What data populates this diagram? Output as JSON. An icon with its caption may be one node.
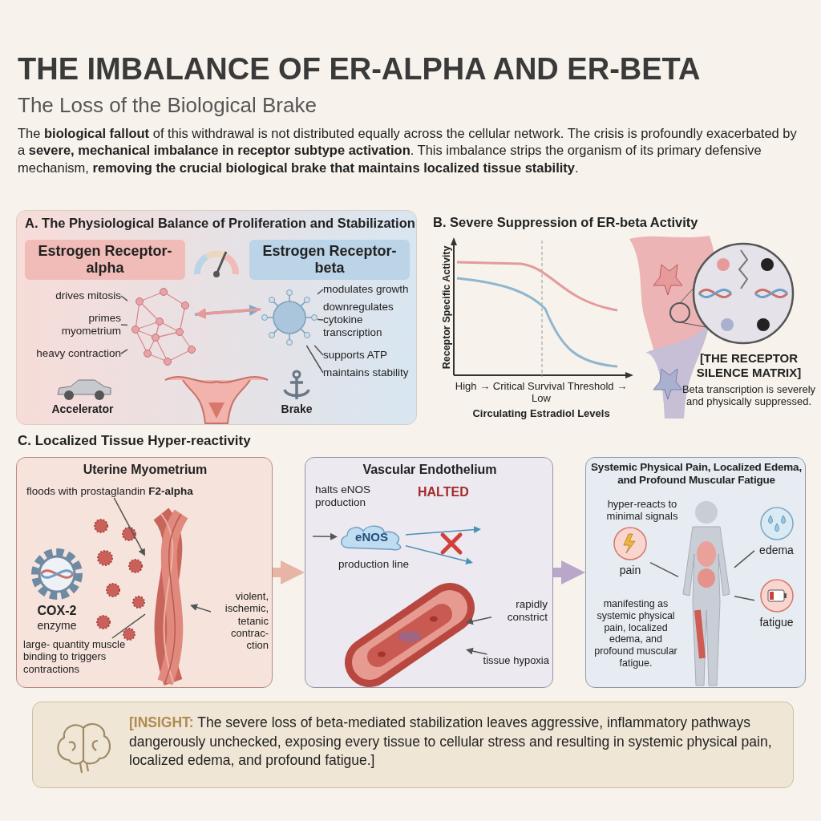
{
  "diagram": {
    "title": "THE IMBALANCE OF ER-ALPHA AND ER-BETA",
    "nodes": [
      {
        "text": [
          "A. The Physiological Balance of Proliferation and Stabilization"
        ]
      },
      {
        "text": [
          "Estrogen Receptor-alpha"
        ],
        "in": 0
      },
      {
        "text": [
          "Estrogen Receptor-beta"
        ],
        "in": 0
      },
      {
        "text": [
          "drives mitosis"
        ],
        "in": 0
      },
      {
        "text": [
          "primes myometrium"
        ],
        "in": 0
      },
      {
        "text": [
          "heavy contraction"
        ],
        "in": 0
      },
      {
        "text": [],
        "shape": "picture",
        "in": 0
      },
      {
        "text": [],
        "shape": "picture",
        "in": 0
      },
      {
        "text": [
          "modulates growth"
        ],
        "in": 0
      },
      {
        "text": [
          "downregulates cytokine transcription"
        ],
        "in": 0
      },
      {
        "text": [
          "supports ATP"
        ],
        "in": 0
      },
      {
        "text": [
          "maintains stability"
        ],
        "in": 0
      },
      {
        "text": [
          "Uterine Myometrium"
        ]
      },
      {
        "text": [
          "floods with prostaglandin **F2-alpha**"
        ],
        "in": 12
      },
      {
        "text": [],
        "shape": "picture",
        "in": 12
      },
      {
        "text": [
          "COX-2",
          "enzyme"
        ],
        "in": 12
      },
      {
        "text": [
          "large- quantity muscle binding to triggers contractions"
        ],
        "in": 12
      },
      {
        "text": [
          "violent, ischemic, tetanic contrac- ction"
        ],
        "in": 12
      },
      {
        "text": [
          "Vascular Endothelium"
        ]
      },
      {
        "text": [
          "halts eNOS production"
        ],
        "in": 18
      },
      {
        "text": [
          "eNOS"
        ],
        "in": 18
      },
      {
        "text": [
          "HALTED"
        ],
        "in": 18
      },
      {
        "text": [
          "production line"
        ],
        "in": 18
      },
      {
        "text": [],
        "shape": "picture",
        "in": 18
      },
      {
        "text": [
          "rapidly constrict"
        ],
        "in": 18
      },
      {
        "text": [
          "tissue hypoxia"
        ],
        "in": 18
      },
      {
        "text": [
          "Systemic Physical Pain, Localized Edema, and Profound Muscular Fatigue"
        ]
      },
      {
        "text": [
          "hyper-reacts to minimal signals"
        ],
        "in": 26
      },
      {
        "text": [],
        "shape": "person",
        "in": 26
      },
      {
        "text": [],
        "shape": "circle",
        "beside": [
          "pain"
        ],
        "in": 26
      },
      {
        "text": [],
        "shape": "circle",
        "beside": [
          "edema"
        ],
        "in": 26
      },
      {
        "text": [],
        "shape": "circle",
        "beside": [
          "fatigue"
        ],
        "in": 26
      },
      {
        "text": [
          "manifesting as systemic physical pain, localized edema, and profound muscular fatigue."
        ],
        "in": 26
      },
      {
        "text": [
          "**[INSIGHT:** The severe loss of beta-mediated stabilization leaves aggressive, inflammatory pathways dangerously unchecked, exposing every tissue to cellular stress and resulting in systemic physical pain, localized edema, and profound fatigue.]"
        ]
      }
    ],
    "edges": [
      {
        "from": 3,
        "to": 6,
        "arrow": "none"
      },
      {
        "from": 4,
        "to": 6,
        "arrow": "none"
      },
      {
        "from": 5,
        "to": 6,
        "arrow": "none"
      },
      {
        "from": 6,
        "to": 7,
        "arrow": "to",
        "color": "#7fa7c4",
        "style": "thick"
      },
      {
        "from": 7,
        "to": 6,
        "arrow": "to",
        "color": "#e79a9a",
        "style": "thick"
      },
      {
        "from": 8,
        "to": 7,
        "arrow": "none"
      },
      {
        "from": 9,
        "to": 7,
        "arrow": "none"
      },
      {
        "from": 10,
        "to": 7,
        "arrow": "none"
      },
      {
        "from": 11,
        "to": 7,
        "arrow": "none"
      },
      {
        "from": 13,
        "to": 14,
        "arrow": "to"
      },
      {
        "from": 16,
        "to": 14,
        "arrow": "none"
      },
      {
        "from": 17,
        "to": 14,
        "arrow": "to"
      },
      {
        "from": 12,
        "to": 18,
        "arrow": "to",
        "style": "thick",
        "color": "#e8b4a6"
      },
      {
        "from": 18,
        "to": 26,
        "arrow": "to",
        "style": "thick",
        "color": "#b9a7c9"
      },
      {
        "from": null,
        "to": 20,
        "arrow": "to"
      },
      {
        "from": 20,
        "to": null,
        "arrow": "to",
        "color": "#4a90b8"
      },
      {
        "from": 20,
        "to": null,
        "arrow": "to",
        "color": "#4a90b8"
      },
      {
        "from": 24,
        "to": 23,
        "arrow": "to"
      },
      {
        "from": 25,
        "to": 23,
        "arrow": "to"
      },
      {
        "from": 29,
        "to": 28,
        "arrow": "none"
      },
      {
        "from": 30,
        "to": 28,
        "arrow": "none"
      },
      {
        "from": 31,
        "to": 28,
        "arrow": "none"
      }
    ],
    "labels": [
      "The Loss of the Biological Brake",
      "The **biological fallout** of this withdrawal is not distributed equally across the cellular network. The crisis is profoundly exacerbated by a **severe, mechanical imbalance in receptor subtype activation**. This imbalance strips the organism of its primary defensive mechanism, **removing the crucial biological brake that maintains localized tissue stability**.",
      "Accelerator",
      "Brake",
      "B. Severe Suppression of ER-beta Activity",
      "Receptor Specific Activity",
      "High → Critical Survival Threshold → Low",
      "Circulating Estradiol Levels",
      "[THE RECEPTOR SILENCE MATRIX]",
      "Beta transcription is severely and physically suppressed.",
      "C. Localized Tissue Hyper-reactivity"
    ]
  }
}
